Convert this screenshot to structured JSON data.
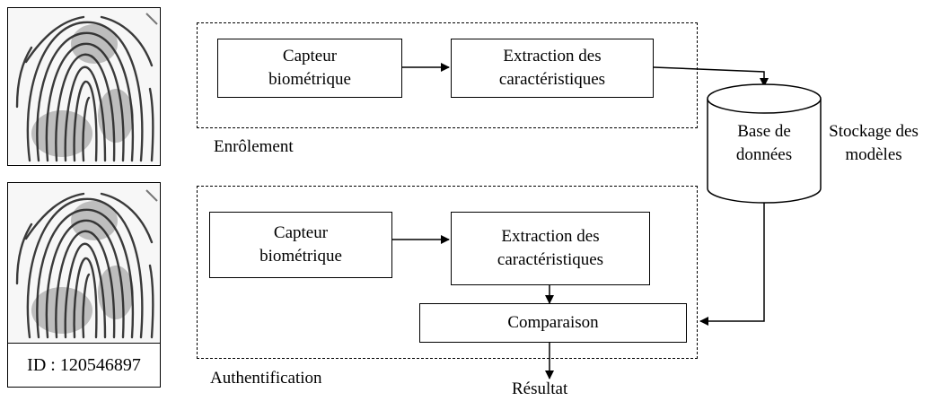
{
  "enrolment": {
    "sensor_label_line1": "Capteur",
    "sensor_label_line2": "biométrique",
    "extraction_label_line1": "Extraction des",
    "extraction_label_line2": "caractéristiques",
    "section_label": "Enrôlement"
  },
  "database": {
    "label_line1": "Base de",
    "label_line2": "données",
    "storage_line1": "Stockage des",
    "storage_line2": "modèles"
  },
  "authentication": {
    "sensor_label_line1": "Capteur",
    "sensor_label_line2": "biométrique",
    "extraction_label_line1": "Extraction des",
    "extraction_label_line2": "caractéristiques",
    "comparison_label": "Comparaison",
    "section_label": "Authentification",
    "result_label": "Résultat",
    "id_label": "ID : 120546897"
  },
  "icons": {
    "fingerprint_top": "fingerprint-icon",
    "fingerprint_bottom": "fingerprint-icon",
    "database": "database-cylinder-icon"
  }
}
